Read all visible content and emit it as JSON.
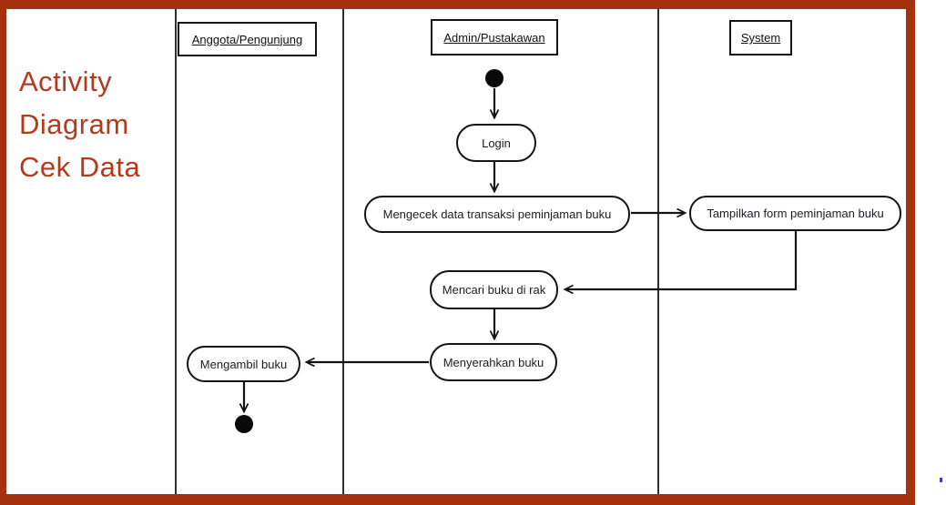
{
  "page": {
    "background_color": "#ffffff",
    "frame_color": "#a5310e"
  },
  "title": {
    "text": "Activity Diagram Cek Data",
    "line1": "Activity",
    "line2": "Diagram",
    "line3": "Cek Data",
    "color": "#b23a1d"
  },
  "lanes": [
    {
      "label": "Anggota/Pengunjung"
    },
    {
      "label": "Admin/Pustakawan"
    },
    {
      "label": "System"
    }
  ],
  "nodes": {
    "start": "initial-node (filled circle)",
    "login": "Login",
    "mengecek": "Mengecek data transaksi peminjaman buku",
    "tampilkan": "Tampilkan form peminjaman buku",
    "mencari": "Mencari buku di rak",
    "menyerahkan": "Menyerahkan buku",
    "mengambil": "Mengambil buku",
    "end": "final-node (filled circle)"
  },
  "flow": [
    {
      "from": "start",
      "to": "Login",
      "lane": "Admin/Pustakawan"
    },
    {
      "from": "Login",
      "to": "Mengecek data transaksi peminjaman buku",
      "lane": "Admin/Pustakawan"
    },
    {
      "from": "Mengecek data transaksi peminjaman buku",
      "to": "Tampilkan form peminjaman buku",
      "lane": "Admin/Pustakawan → System"
    },
    {
      "from": "Tampilkan form peminjaman buku",
      "to": "Mencari buku di rak",
      "lane": "System → Admin/Pustakawan"
    },
    {
      "from": "Mencari buku di rak",
      "to": "Menyerahkan buku",
      "lane": "Admin/Pustakawan"
    },
    {
      "from": "Menyerahkan buku",
      "to": "Mengambil buku",
      "lane": "Admin/Pustakawan → Anggota/Pengunjung"
    },
    {
      "from": "Mengambil buku",
      "to": "end",
      "lane": "Anggota/Pengunjung"
    }
  ]
}
